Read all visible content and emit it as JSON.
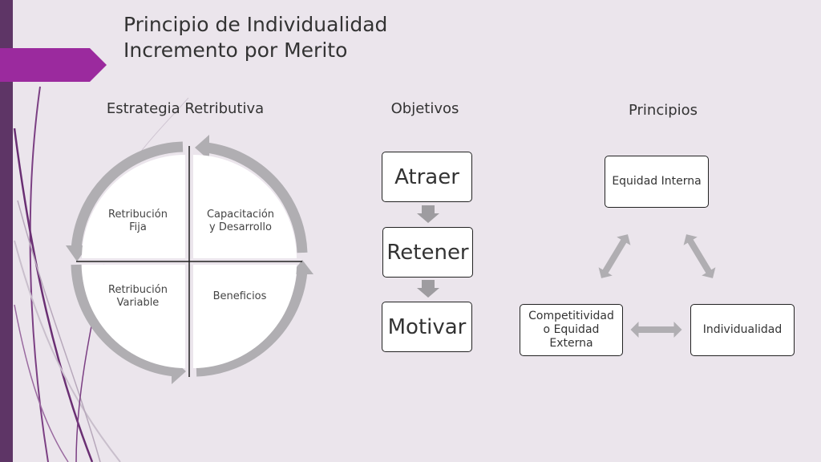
{
  "title": {
    "line1": "Principio de Individualidad",
    "line2": "Incremento por Merito"
  },
  "sections": {
    "estrategia": {
      "heading": "Estrategia Retributiva",
      "quadrants": {
        "top_left": "Retribución\nFija",
        "top_right": "Capacitación\ny Desarrollo",
        "bottom_left": "Retribución\nVariable",
        "bottom_right": "Beneficios"
      }
    },
    "objetivos": {
      "heading": "Objetivos",
      "steps": [
        "Atraer",
        "Retener",
        "Motivar"
      ]
    },
    "principios": {
      "heading": "Principios",
      "nodes": {
        "top": "Equidad Interna",
        "right": "Individualidad",
        "left": "Competitividad\no Equidad\nExterna"
      }
    }
  },
  "colors": {
    "accent": "#9b2a9e",
    "sidebar": "#5e3566",
    "arrow": "#b0aeb2",
    "background": "#ebe5ec"
  }
}
